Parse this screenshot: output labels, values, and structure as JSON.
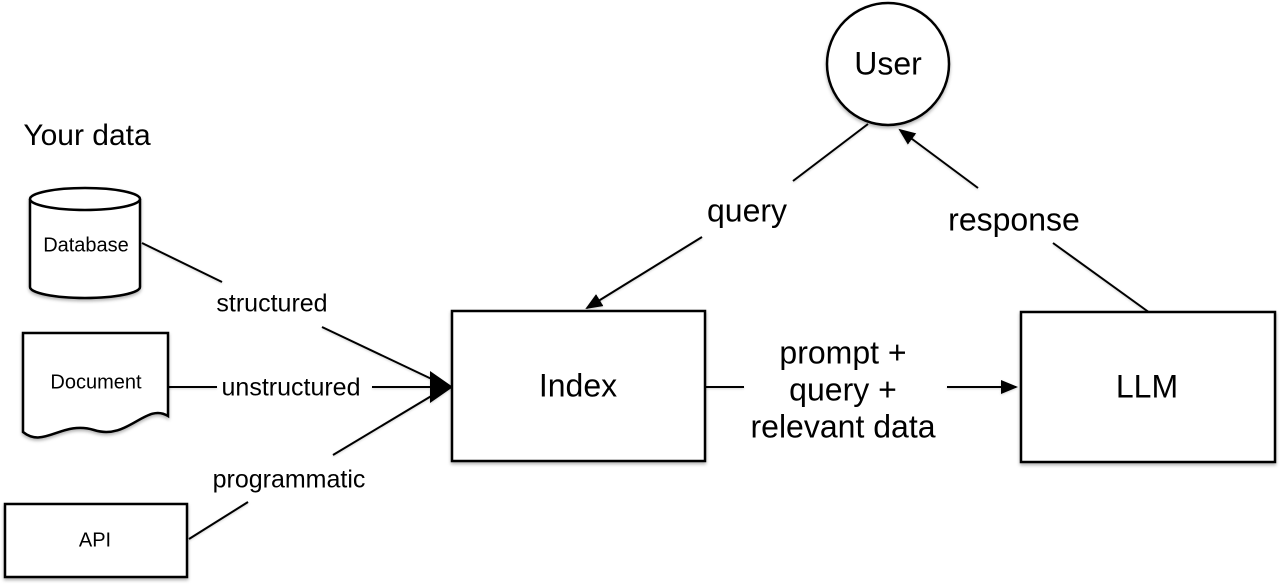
{
  "diagram": {
    "section_label": "Your data",
    "nodes": {
      "database": "Database",
      "document": "Document",
      "api": "API",
      "index": "Index",
      "llm": "LLM",
      "user": "User"
    },
    "edges": {
      "structured": "structured",
      "unstructured": "unstructured",
      "programmatic": "programmatic",
      "query": "query",
      "response": "response",
      "prompt": {
        "line1": "prompt +",
        "line2": "query +",
        "line3": "relevant data"
      }
    },
    "colors": {
      "stroke": "#000000",
      "shape_fill": "#ffffff",
      "background": "#ffffff",
      "text": "#000000"
    }
  }
}
